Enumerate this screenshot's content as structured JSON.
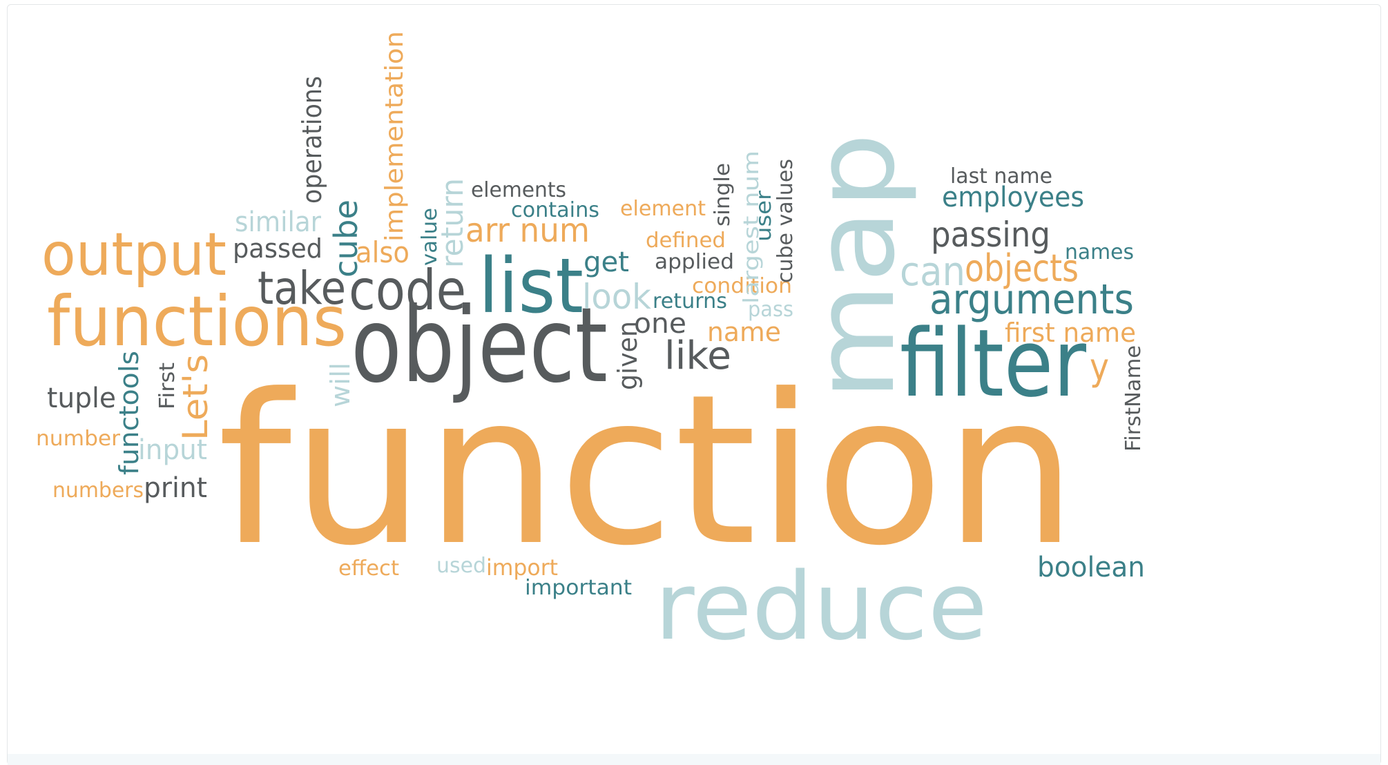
{
  "palette": {
    "orange": "#eeaa5a",
    "teal": "#3b8088",
    "lightblue": "#b7d5d8",
    "gray": "#575b5d"
  },
  "words": [
    {
      "text": "function",
      "color": "orange"
    },
    {
      "text": "map",
      "color": "lightblue"
    },
    {
      "text": "object",
      "color": "gray"
    },
    {
      "text": "filter",
      "color": "teal"
    },
    {
      "text": "reduce",
      "color": "lightblue"
    },
    {
      "text": "list",
      "color": "teal"
    },
    {
      "text": "functions",
      "color": "orange"
    },
    {
      "text": "output",
      "color": "orange"
    },
    {
      "text": "code",
      "color": "gray"
    },
    {
      "text": "take",
      "color": "gray"
    },
    {
      "text": "arguments",
      "color": "teal"
    },
    {
      "text": "objects",
      "color": "orange"
    },
    {
      "text": "can",
      "color": "lightblue"
    },
    {
      "text": "passing",
      "color": "gray"
    },
    {
      "text": "like",
      "color": "gray"
    },
    {
      "text": "look",
      "color": "lightblue"
    },
    {
      "text": "arr num",
      "color": "orange"
    },
    {
      "text": "implementation",
      "color": "orange"
    },
    {
      "text": "operations",
      "color": "gray"
    },
    {
      "text": "cube",
      "color": "teal"
    },
    {
      "text": "Let's",
      "color": "orange"
    },
    {
      "text": "functools",
      "color": "teal"
    },
    {
      "text": "return",
      "color": "lightblue"
    },
    {
      "text": "employees",
      "color": "teal"
    },
    {
      "text": "first name",
      "color": "orange"
    },
    {
      "text": "boolean",
      "color": "teal"
    },
    {
      "text": "name",
      "color": "orange"
    },
    {
      "text": "one",
      "color": "gray"
    },
    {
      "text": "given",
      "color": "gray"
    },
    {
      "text": "y",
      "color": "orange"
    },
    {
      "text": "passed",
      "color": "gray"
    },
    {
      "text": "similar",
      "color": "lightblue"
    },
    {
      "text": "also",
      "color": "orange"
    },
    {
      "text": "tuple",
      "color": "gray"
    },
    {
      "text": "input",
      "color": "lightblue"
    },
    {
      "text": "print",
      "color": "gray"
    },
    {
      "text": "get",
      "color": "teal"
    },
    {
      "text": "elements",
      "color": "gray"
    },
    {
      "text": "contains",
      "color": "teal"
    },
    {
      "text": "element",
      "color": "orange"
    },
    {
      "text": "defined",
      "color": "orange"
    },
    {
      "text": "applied",
      "color": "gray"
    },
    {
      "text": "condition",
      "color": "orange"
    },
    {
      "text": "returns",
      "color": "teal"
    },
    {
      "text": "pass",
      "color": "lightblue"
    },
    {
      "text": "single",
      "color": "gray"
    },
    {
      "text": "largest num",
      "color": "lightblue"
    },
    {
      "text": "user",
      "color": "teal"
    },
    {
      "text": "cube values",
      "color": "gray"
    },
    {
      "text": "last name",
      "color": "gray"
    },
    {
      "text": "names",
      "color": "teal"
    },
    {
      "text": "FirstName",
      "color": "gray"
    },
    {
      "text": "value",
      "color": "teal"
    },
    {
      "text": "will",
      "color": "lightblue"
    },
    {
      "text": "First",
      "color": "gray"
    },
    {
      "text": "number",
      "color": "orange"
    },
    {
      "text": "numbers",
      "color": "orange"
    },
    {
      "text": "effect",
      "color": "orange"
    },
    {
      "text": "used",
      "color": "lightblue"
    },
    {
      "text": "import",
      "color": "orange"
    },
    {
      "text": "important",
      "color": "teal"
    }
  ]
}
